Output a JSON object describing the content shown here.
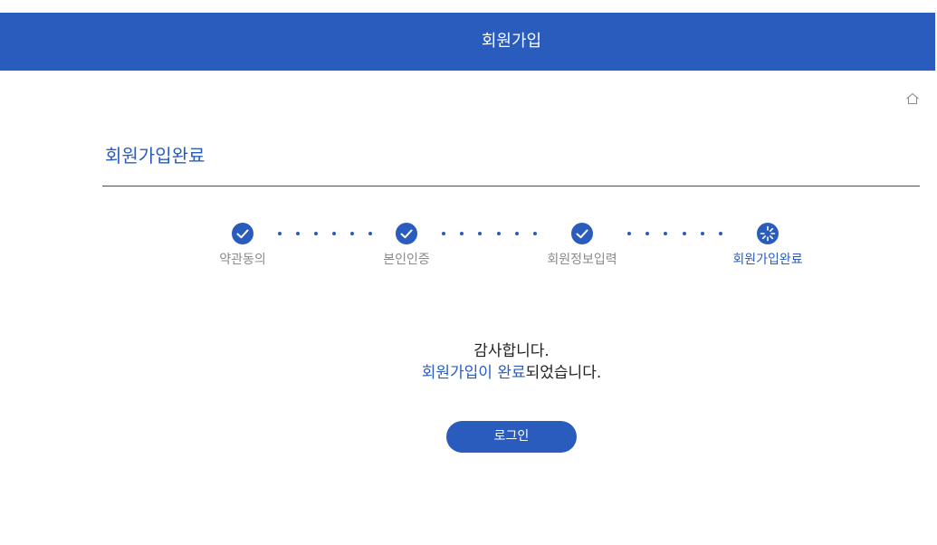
{
  "header": {
    "title": "회원가입"
  },
  "home": {
    "icon": "home-icon"
  },
  "page": {
    "title": "회원가입완료"
  },
  "steps": [
    {
      "label": "약관동의",
      "status": "done",
      "icon": "check-icon"
    },
    {
      "label": "본인인증",
      "status": "done",
      "icon": "check-icon"
    },
    {
      "label": "회원정보입력",
      "status": "done",
      "icon": "check-icon"
    },
    {
      "label": "회원가입완료",
      "status": "current",
      "icon": "loading-icon"
    }
  ],
  "message": {
    "line1": "감사합니다.",
    "line2_highlight": "회원가입이 완료",
    "line2_rest": "되었습니다."
  },
  "login_button": {
    "label": "로그인"
  },
  "colors": {
    "primary": "#2a5cbe",
    "step_label_inactive": "#8a8a8a",
    "text": "#222222"
  }
}
